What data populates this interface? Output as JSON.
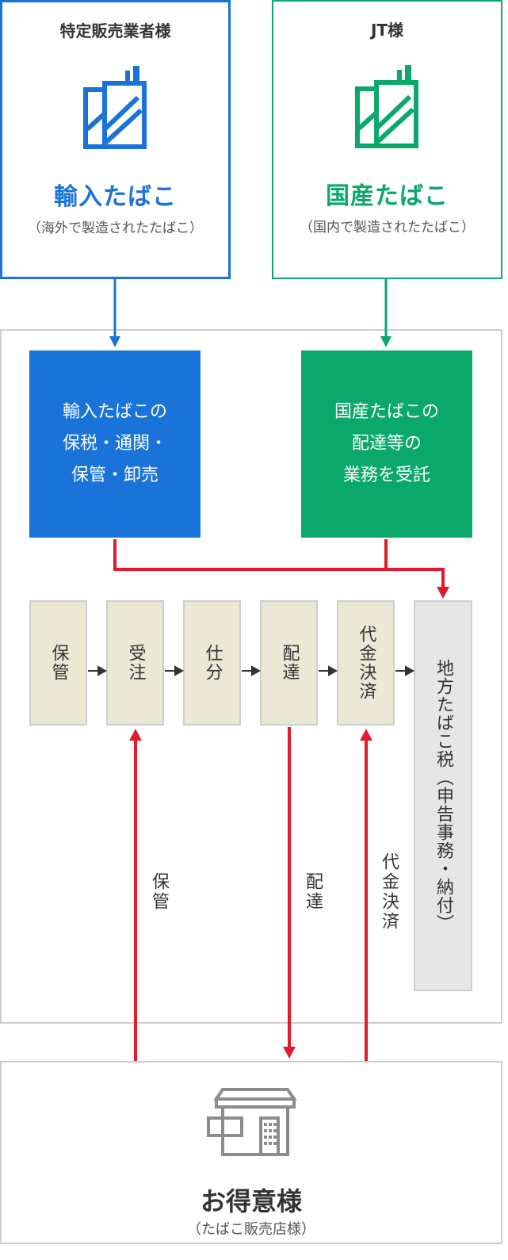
{
  "importer": {
    "title": "特定販売業者様",
    "name": "輸入たばこ",
    "desc": "（海外で製造されたたばこ）",
    "color": "#1a73d9"
  },
  "jt": {
    "title": "JT様",
    "name": "国産たばこ",
    "desc": "（国内で製造されたたばこ）",
    "color": "#0aa86a"
  },
  "services": {
    "import": "輸入たばこの\n保税・通関・\n保管・卸売",
    "domestic": "国産たばこの\n配達等の\n業務を受託"
  },
  "steps": [
    "保管",
    "受注",
    "仕分",
    "配達",
    "代金決済"
  ],
  "tax": "地方たばこ税（申告事務・納付）",
  "flows": {
    "storage": "保管",
    "delivery": "配達",
    "payment": "代金決済"
  },
  "customer": {
    "title": "お得意様",
    "desc": "（たばこ販売店様）"
  },
  "colors": {
    "blue": "#1a73d9",
    "green": "#0aa86a",
    "red": "#e01b2b",
    "gray": "#8c8c8c"
  }
}
